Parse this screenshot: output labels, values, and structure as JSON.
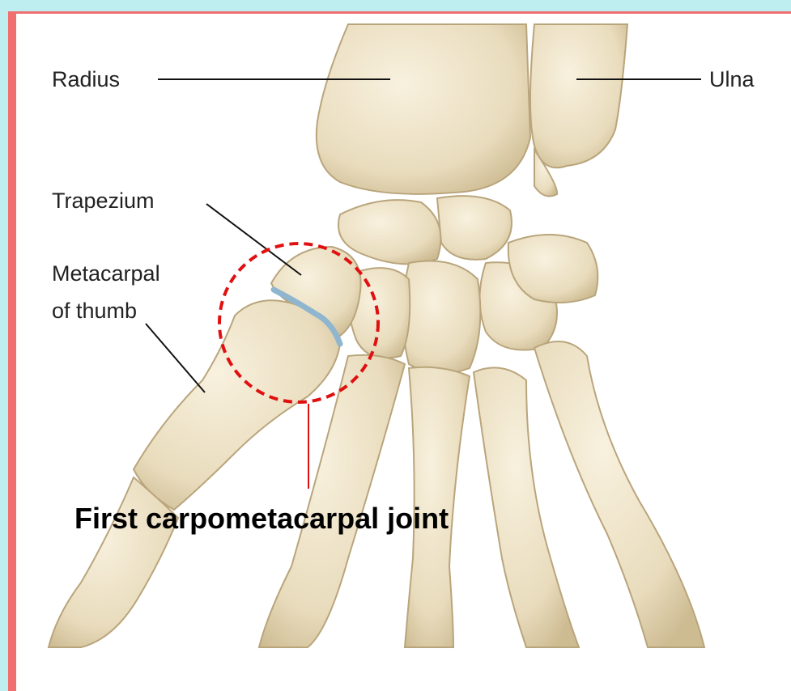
{
  "labels": {
    "radius": "Radius",
    "ulna": "Ulna",
    "trapezium": "Trapezium",
    "metacarpal_line1": "Metacarpal",
    "metacarpal_line2": "of thumb"
  },
  "highlight": {
    "caption": "First carpometacarpal joint",
    "color": "#e01010"
  },
  "colors": {
    "bone": "#efe6cf",
    "bone_shadow": "#d8caa6",
    "bone_outline": "#b9a57c",
    "cartilage": "#8fb5cf",
    "frame_border": "#f07070",
    "background": "#bfeef0"
  }
}
